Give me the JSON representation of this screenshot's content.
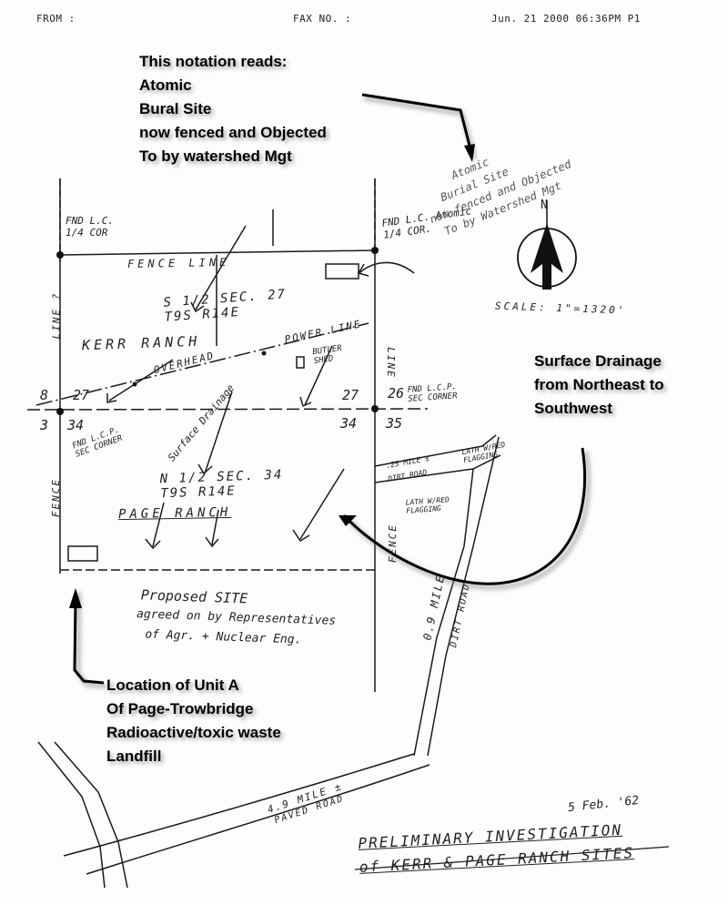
{
  "fax_header": {
    "from": "FROM :",
    "fax_no": "FAX NO. :",
    "timestamp": "Jun. 21 2000 06:36PM  P1"
  },
  "annotations": {
    "burial_note": [
      "This notation reads:",
      "Atomic",
      "Bural Site",
      "now fenced and Objected",
      "To by watershed Mgt"
    ],
    "drainage_note": [
      "Surface Drainage",
      "from Northeast to",
      "Southwest"
    ],
    "unit_a_note": [
      "Location of Unit A",
      "Of Page-Trowbridge",
      "Radioactive/toxic waste",
      "Landfill"
    ]
  },
  "map_labels": {
    "fnd_lc_left": [
      "FND L.C.",
      "1/4 COR"
    ],
    "fnd_lc_right": [
      "FND L.C. Atomic",
      "1/4 COR."
    ],
    "fence_line_top": "FENCE        LINE",
    "section_27": [
      "S 1/2 SEC. 27",
      "T9S R14E"
    ],
    "kerr_ranch": "KERR RANCH",
    "overhead": "OVERHEAD",
    "power_line": "POWER LINE",
    "butler_shed": [
      "BUTLER",
      "SHED"
    ],
    "line_left": "LINE ?",
    "line_right": "LINE",
    "num_28": "8",
    "num_27_left": "27",
    "num_27_right": "27",
    "num_26": "26",
    "num_3": "3",
    "num_34_left": "34",
    "num_34_right": "34",
    "num_35": "35",
    "fnd_lcp_right": [
      "FND L.C.P.",
      "SEC CORNER"
    ],
    "fnd_lcp_left": [
      "FND L.C.P.",
      "SEC CORNER"
    ],
    "surface_drainage_hand": "Surface Drainage",
    "section_34": [
      "N 1/2 SEC. 34",
      "T9S R14E"
    ],
    "page_ranch": "PAGE RANCH",
    "fence_left": "FENCE",
    "fence_right": "FENCE",
    "lath_wired_1": [
      "LATH W/RED",
      "FLAGGING"
    ],
    "mile_25": ".25 MILE ±",
    "dirt_road_short": "DIRT ROAD",
    "lath_wired_2": [
      "LATH W/RED",
      "FLAGGING"
    ],
    "mile_09": "0.9 MILE",
    "dirt_road_long": "DIRT ROAD",
    "mile_49": "4.9 MILE ±",
    "paved_road": "PAVED ROAD",
    "proposed_site": [
      "Proposed SITE",
      "agreed on by Representatives",
      "of Agr. + Nuclear Eng."
    ],
    "scale": "SCALE: 1\"=1320'",
    "north": "N",
    "handwritten_note": [
      "Atomic",
      "Burial Site",
      "now fenced and Objected",
      "To by Watershed Mgt"
    ],
    "date": "5 Feb. '62",
    "title": [
      "PRELIMINARY INVESTIGATION",
      "of KERR & PAGE RANCH SITES"
    ]
  }
}
